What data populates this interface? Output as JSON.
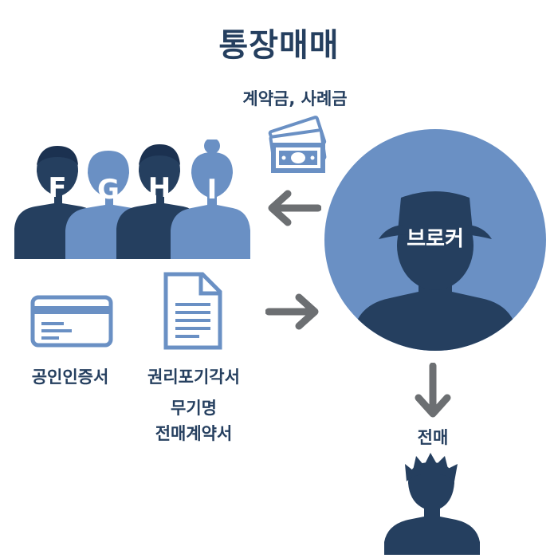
{
  "title": "통장매매",
  "money_label": "계약금, 사례금",
  "group": {
    "letters": [
      "F",
      "G",
      "H",
      "I"
    ]
  },
  "documents": {
    "certificate_label": "공인인증서",
    "rights_label": "권리포기각서",
    "contract_label_line1": "무기명",
    "contract_label_line2": "전매계약서"
  },
  "broker": {
    "label": "브로커"
  },
  "resale": {
    "label": "전매"
  },
  "colors": {
    "dark_navy": "#253f5f",
    "mid_blue": "#6a90c4",
    "arrow_gray": "#6c6f72"
  }
}
